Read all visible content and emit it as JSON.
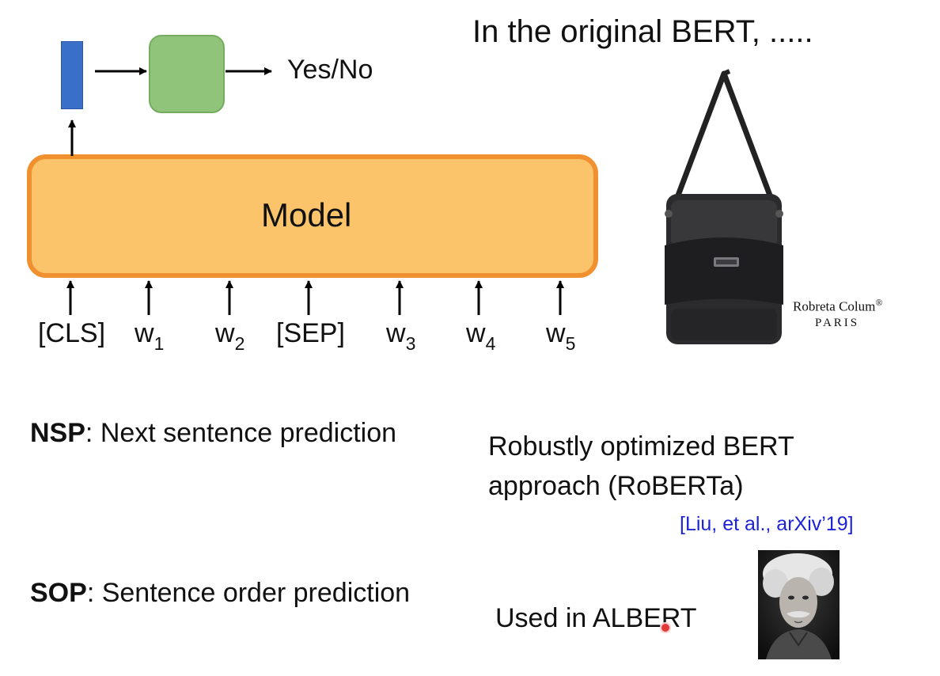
{
  "slide": {
    "title": "In the original BERT, .....",
    "diagram": {
      "output_label": "Yes/No",
      "model_label": "Model",
      "tokens": [
        {
          "base": "[CLS]",
          "sub": ""
        },
        {
          "base": "w",
          "sub": "1"
        },
        {
          "base": "w",
          "sub": "2"
        },
        {
          "base": "[SEP]",
          "sub": ""
        },
        {
          "base": "w",
          "sub": "3"
        },
        {
          "base": "w",
          "sub": "4"
        },
        {
          "base": "w",
          "sub": "5"
        }
      ],
      "colors": {
        "cls_vector": "#3a6fc9",
        "classifier": "#8fc47a",
        "model_fill": "#fbc46a",
        "model_border": "#f0902f"
      }
    },
    "bag_image": {
      "brand_name": "Robreta Colum",
      "brand_mark": "®",
      "brand_city": "PARIS"
    },
    "nsp": {
      "abbr": "NSP",
      "rest": ": Next sentence prediction"
    },
    "sop": {
      "abbr": "SOP",
      "rest": ": Sentence order prediction"
    },
    "roberta": {
      "line1": "Robustly optimized BERT",
      "line2": "approach (RoBERTa)",
      "citation": "[Liu, et al., arXiv’19]",
      "citation_color": "#1c23d6"
    },
    "albert": {
      "text": "Used in ALBERT"
    }
  }
}
